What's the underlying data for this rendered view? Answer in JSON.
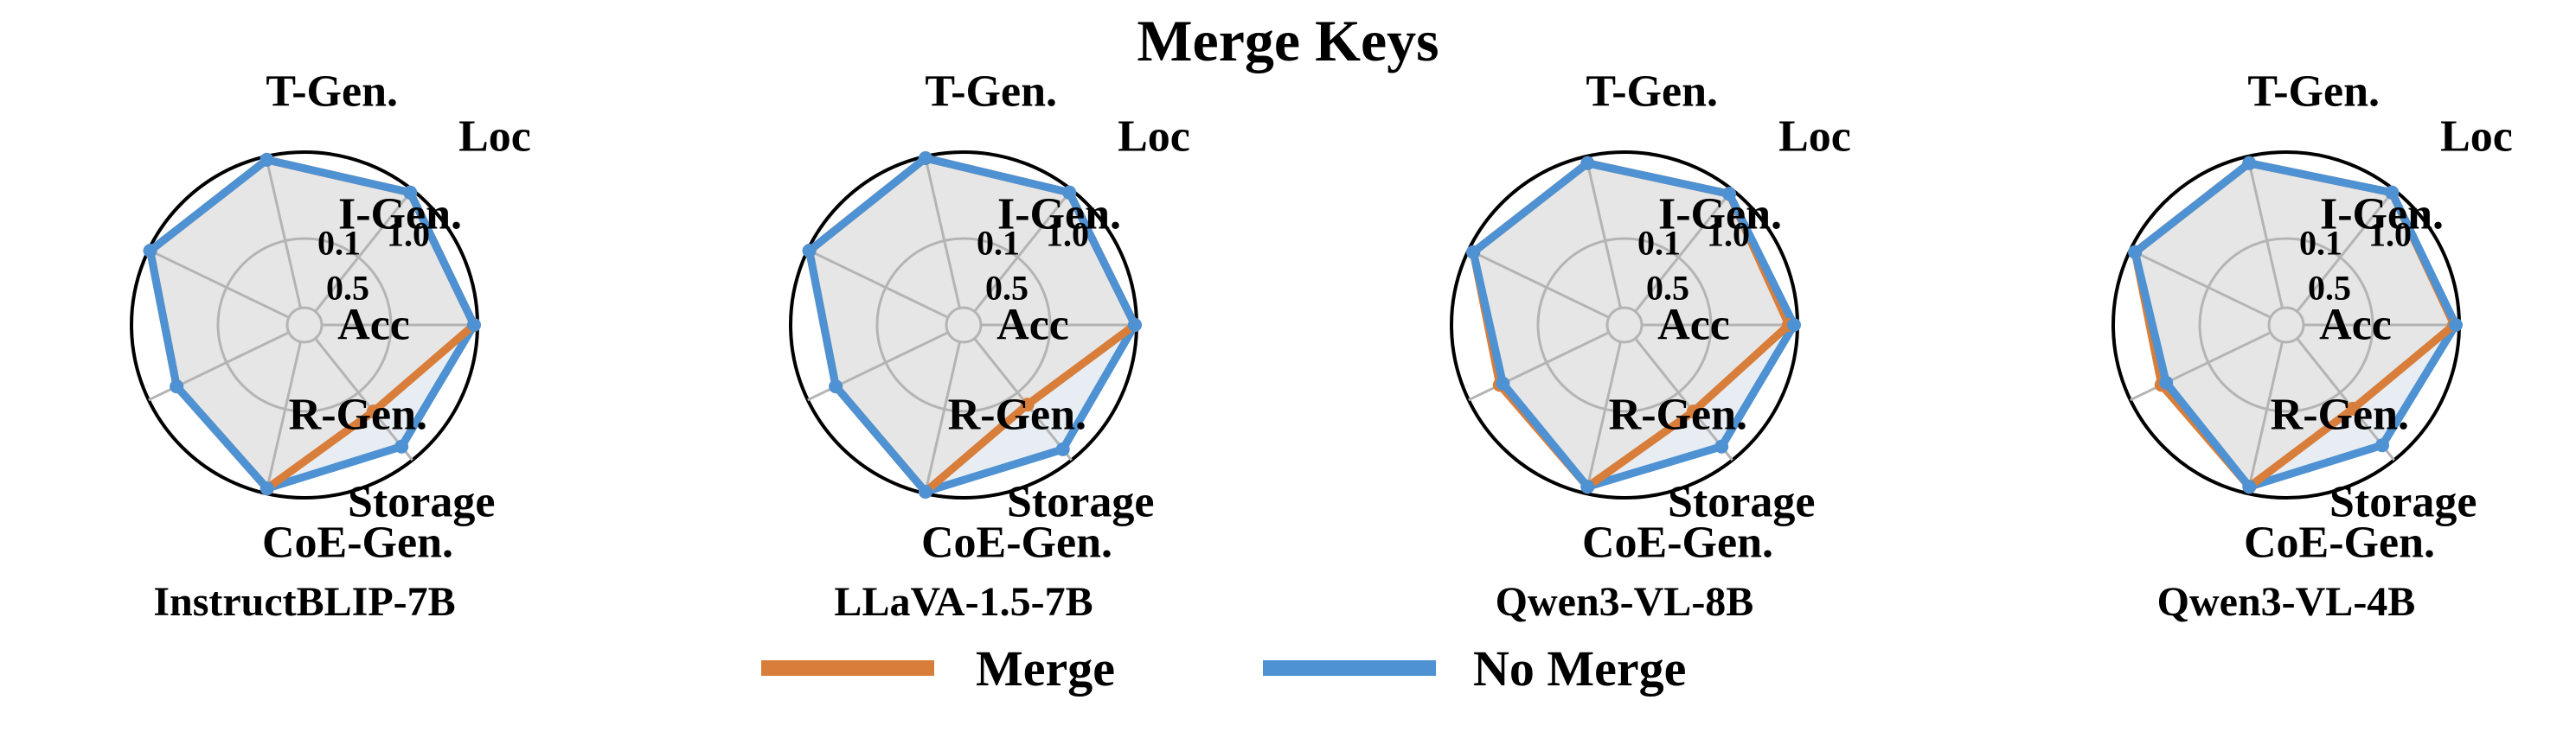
{
  "title": "Merge Keys",
  "colors": {
    "merge": "#d87e3a",
    "no_merge": "#4e92d3",
    "fill": "#e6e6e6",
    "grid": "#b4b4b4",
    "frame": "#000000"
  },
  "legend": [
    {
      "label": "Merge",
      "color": "#d87e3a"
    },
    {
      "label": "No Merge",
      "color": "#4e92d3"
    }
  ],
  "chart_data": [
    {
      "type": "radar",
      "model": "InstructBLIP-7B",
      "axes": [
        "Acc",
        "Loc",
        "T-Gen.",
        "I-Gen.",
        "R-Gen.",
        "CoE-Gen.",
        "Storage"
      ],
      "tick_labels": [
        "0.1",
        "0.5",
        "1.0"
      ],
      "r_ticks": [
        0.1,
        0.5,
        1.0
      ],
      "series": [
        {
          "name": "Merge",
          "values": [
            0.98,
            0.98,
            0.98,
            0.99,
            0.82,
            0.97,
            0.64
          ]
        },
        {
          "name": "No Merge",
          "values": [
            0.98,
            0.98,
            0.98,
            0.99,
            0.82,
            0.97,
            0.9
          ]
        }
      ]
    },
    {
      "type": "radar",
      "model": "LLaVA-1.5-7B",
      "axes": [
        "Acc",
        "Loc",
        "T-Gen.",
        "I-Gen.",
        "R-Gen.",
        "CoE-Gen.",
        "Storage"
      ],
      "tick_labels": [
        "0.1",
        "0.5",
        "1.0"
      ],
      "r_ticks": [
        0.1,
        0.5,
        1.0
      ],
      "series": [
        {
          "name": "Merge",
          "values": [
            0.99,
            0.98,
            0.99,
            0.99,
            0.82,
            0.99,
            0.59
          ]
        },
        {
          "name": "No Merge",
          "values": [
            0.99,
            0.98,
            0.99,
            0.99,
            0.82,
            0.99,
            0.92
          ]
        }
      ]
    },
    {
      "type": "radar",
      "model": "Qwen3-VL-8B",
      "axes": [
        "Acc",
        "Loc",
        "T-Gen.",
        "I-Gen.",
        "R-Gen.",
        "CoE-Gen.",
        "Storage"
      ],
      "tick_labels": [
        "0.1",
        "0.5",
        "1.0"
      ],
      "r_ticks": [
        0.1,
        0.5,
        1.0
      ],
      "series": [
        {
          "name": "Merge",
          "values": [
            0.95,
            0.97,
            0.96,
            0.97,
            0.8,
            0.96,
            0.64
          ]
        },
        {
          "name": "No Merge",
          "values": [
            0.98,
            0.97,
            0.96,
            0.97,
            0.78,
            0.96,
            0.9
          ]
        }
      ]
    },
    {
      "type": "radar",
      "model": "Qwen3-VL-4B",
      "axes": [
        "Acc",
        "Loc",
        "T-Gen.",
        "I-Gen.",
        "R-Gen.",
        "CoE-Gen.",
        "Storage"
      ],
      "tick_labels": [
        "0.1",
        "0.5",
        "1.0"
      ],
      "r_ticks": [
        0.1,
        0.5,
        1.0
      ],
      "series": [
        {
          "name": "Merge",
          "values": [
            0.97,
            0.98,
            0.96,
            0.97,
            0.8,
            0.96,
            0.62
          ]
        },
        {
          "name": "No Merge",
          "values": [
            0.98,
            0.98,
            0.96,
            0.97,
            0.77,
            0.96,
            0.89
          ]
        }
      ]
    }
  ]
}
